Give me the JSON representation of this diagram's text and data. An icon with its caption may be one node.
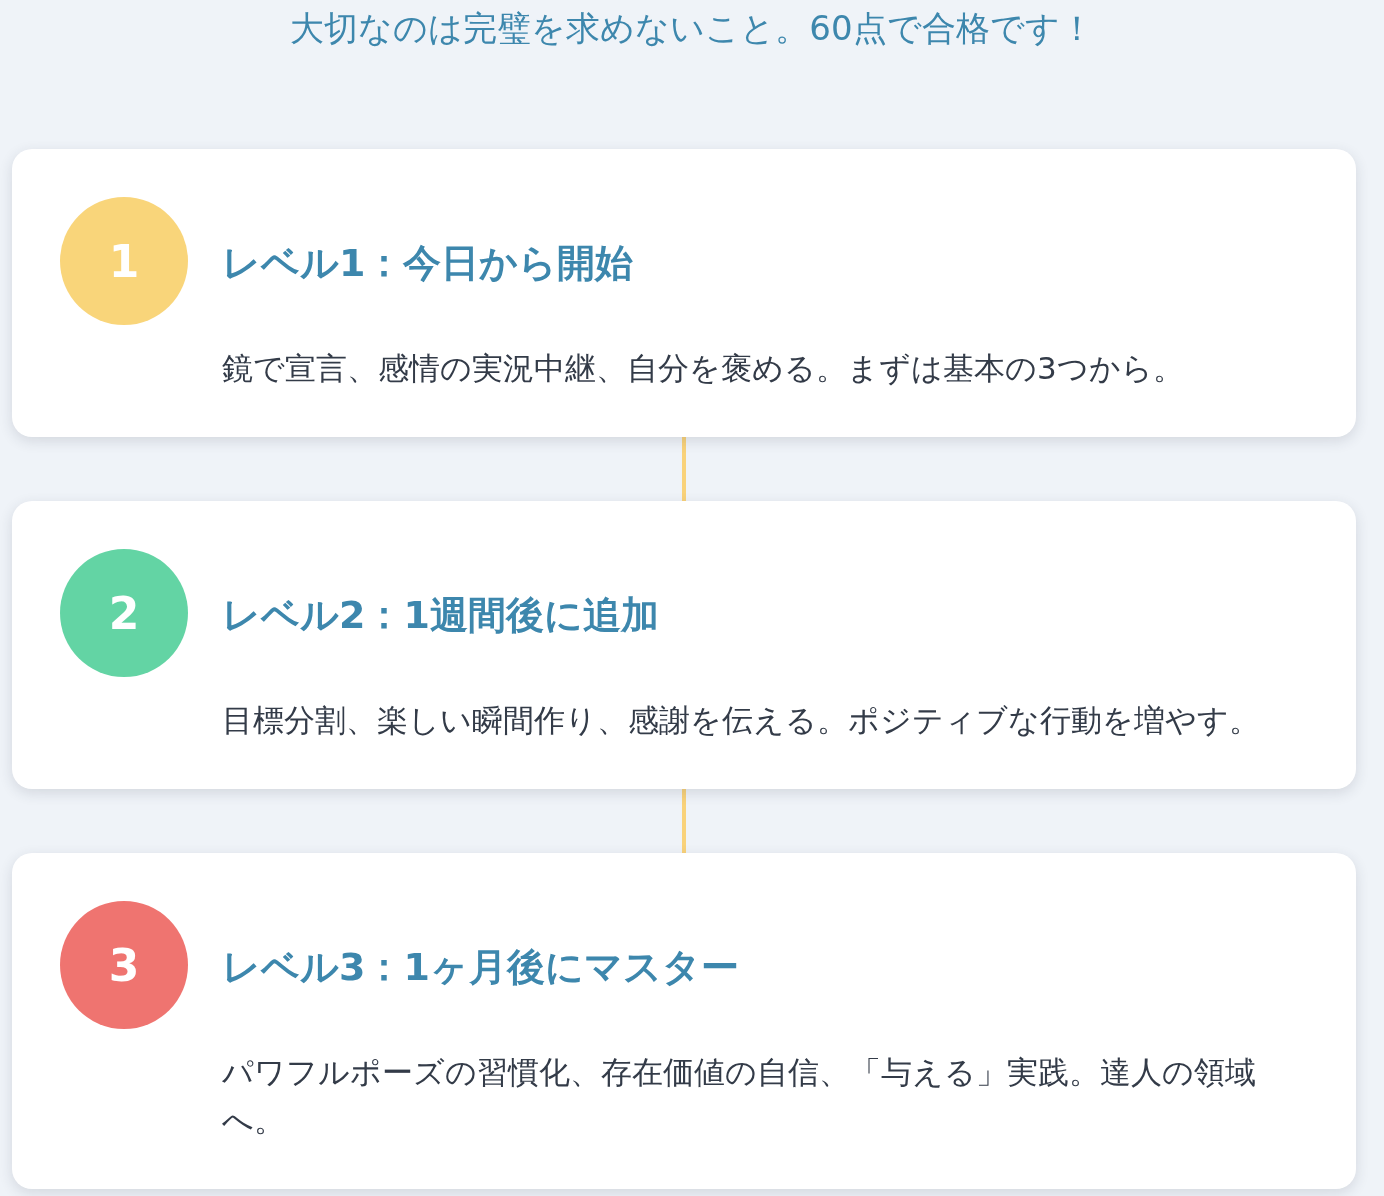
{
  "diagram": {
    "title": "大切なのは完璧を求めないこと。60点で合格です！",
    "nodes": [
      {
        "text": [
          "レベル1：今日から開始",
          "鏡で宣言、感情の実況中継、自分を褒める。まずは基本の3つから。"
        ]
      },
      {
        "text": [
          "1"
        ],
        "in": 0
      },
      {
        "text": [
          "レベル2：1週間後に追加",
          "目標分割、楽しい瞬間作り、感謝を伝える。ポジティブな行動を増やす。"
        ]
      },
      {
        "text": [
          "2"
        ],
        "in": 2
      },
      {
        "text": [
          "レベル3：1ヶ月後にマスター",
          "パワフルポーズの習慣化、存在価値の自信、「与える」実践。達人の領域へ。"
        ]
      },
      {
        "text": [
          "3"
        ],
        "in": 4
      }
    ],
    "edges": [
      {
        "from": 0,
        "to": 2,
        "arrow": "none"
      },
      {
        "from": 2,
        "to": 4,
        "arrow": "none"
      }
    ]
  }
}
